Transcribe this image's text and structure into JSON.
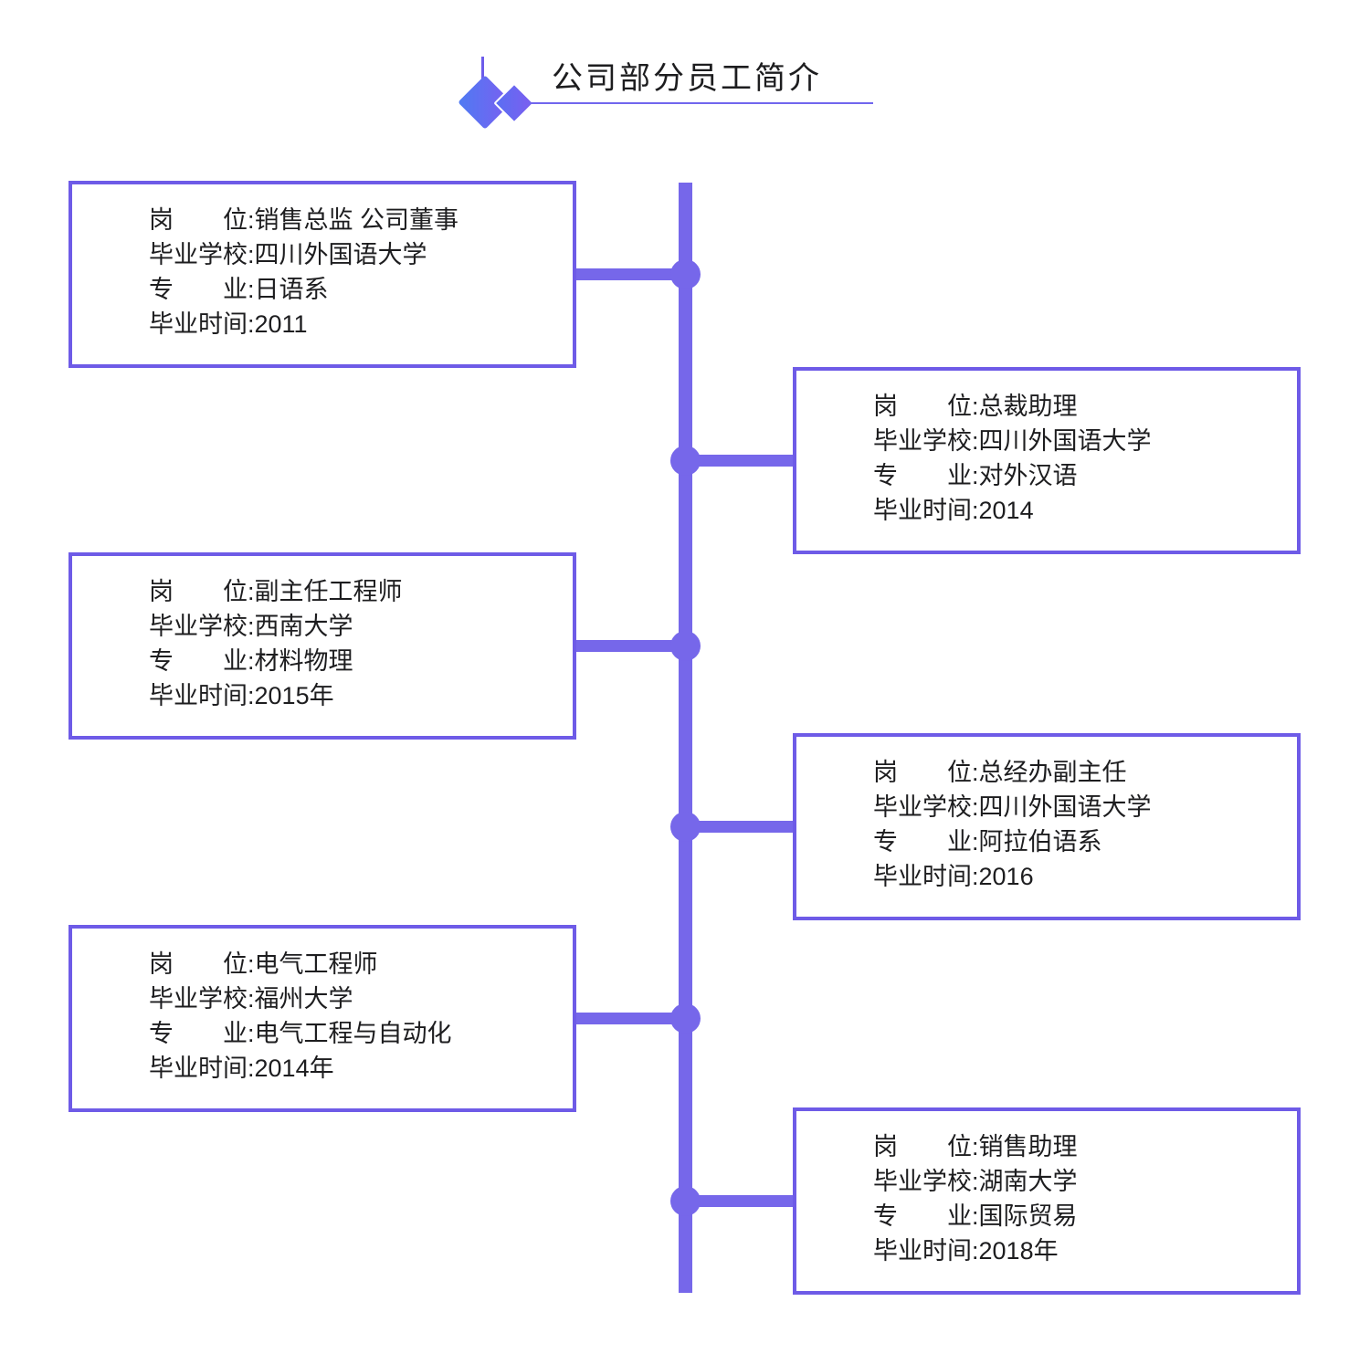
{
  "title": "公司部分员工简介",
  "colors": {
    "accent_border": "#6e5be7",
    "spine": "#7667ea",
    "underline": "#7166ee",
    "diamond_blue": "#4e7bf3",
    "diamond_purple": "#7c5ef0",
    "text": "#1d1d1f",
    "background": "#ffffff"
  },
  "icons": {
    "decoration": "diamond-icon"
  },
  "labels": {
    "position": "岗　　位:",
    "school": "毕业学校:",
    "major": "专　　业:",
    "grad_time": "毕业时间:"
  },
  "employees": [
    {
      "side": "left",
      "position": "销售总监 公司董事",
      "school": "四川外国语大学",
      "major": "日语系",
      "grad_time": "2011"
    },
    {
      "side": "right",
      "position": "总裁助理",
      "school": "四川外国语大学",
      "major": "对外汉语",
      "grad_time": "2014"
    },
    {
      "side": "left",
      "position": "副主任工程师",
      "school": "西南大学",
      "major": "材料物理",
      "grad_time": "2015年"
    },
    {
      "side": "right",
      "position": "总经办副主任",
      "school": "四川外国语大学",
      "major": "阿拉伯语系",
      "grad_time": "2016"
    },
    {
      "side": "left",
      "position": "电气工程师",
      "school": "福州大学",
      "major": "电气工程与自动化",
      "grad_time": "2014年"
    },
    {
      "side": "right",
      "position": "销售助理",
      "school": "湖南大学",
      "major": "国际贸易",
      "grad_time": "2018年"
    }
  ]
}
